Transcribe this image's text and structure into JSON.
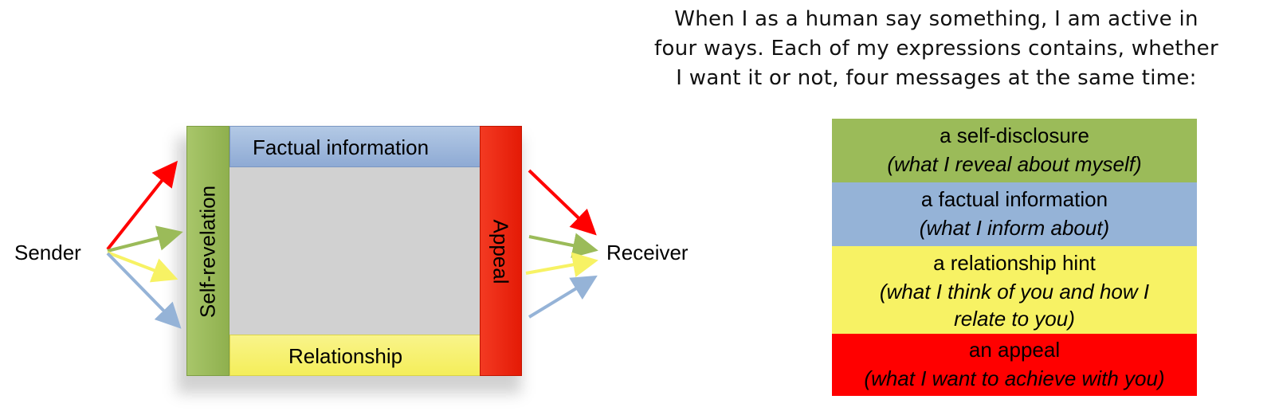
{
  "heading": {
    "line1": "When I as a human say something, I am active in",
    "line2": "four ways. Each of my expressions contains, whether",
    "line3": "I want it or not, four messages at the same time:"
  },
  "diagram": {
    "sender": "Sender",
    "receiver": "Receiver",
    "self_revelation": "Self-revelation",
    "factual": "Factual information",
    "relationship": "Relationship",
    "appeal": "Appeal"
  },
  "legend": [
    {
      "title": "a self-disclosure",
      "subtitle": "(what I reveal about myself)",
      "color": "#9BBB59"
    },
    {
      "title": "a factual information",
      "subtitle": "(what I inform about)",
      "color": "#95B3D7"
    },
    {
      "title": "a relationship hint",
      "subtitle": "(what I think of you and how I relate to you)",
      "subtitle_line1": "(what I think of you and how I",
      "subtitle_line2": "relate to you)",
      "color": "#F7F264"
    },
    {
      "title": "an appeal",
      "subtitle": "(what I want to achieve with you)",
      "color": "#FF0000"
    }
  ],
  "colors": {
    "green": "#9BBB59",
    "blue": "#95B3D7",
    "yellow": "#F7F264",
    "red": "#FF0000",
    "appeal_bar": "#F2220C"
  }
}
